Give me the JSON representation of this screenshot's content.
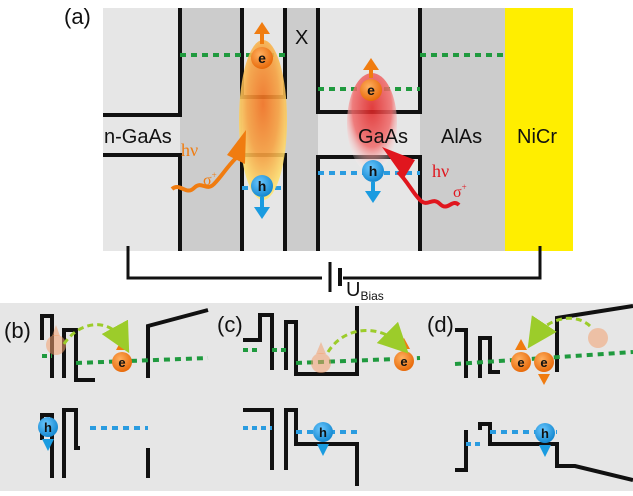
{
  "main": {
    "panel_label": "(a)",
    "barrier_label": "X",
    "left_layer_label": "n-GaAs",
    "center_layer_label": "GaAs",
    "right_barrier_label": "AlAs",
    "contact_label": "NiCr",
    "bias_label_main": "U",
    "bias_label_sub": "Bias",
    "photon_label": "hν",
    "polarization_label": "σ",
    "polarization_sup": "+",
    "electron_symbol": "e",
    "hole_symbol": "h"
  },
  "subpanels": {
    "b_label": "(b)",
    "c_label": "(c)",
    "d_label": "(d)"
  },
  "colors": {
    "background_gray": "#e6e6e6",
    "barrier_gray": "#cccccc",
    "nicr_yellow": "#ffee00",
    "electron_orange": "#f07c10",
    "hole_blue": "#1a9be0",
    "conduction_level_green": "#1f9a3e",
    "valence_level_blue": "#2a9ce0",
    "tunneling_arrow_green": "#9ccc2a",
    "photon_red": "#e0161e"
  }
}
